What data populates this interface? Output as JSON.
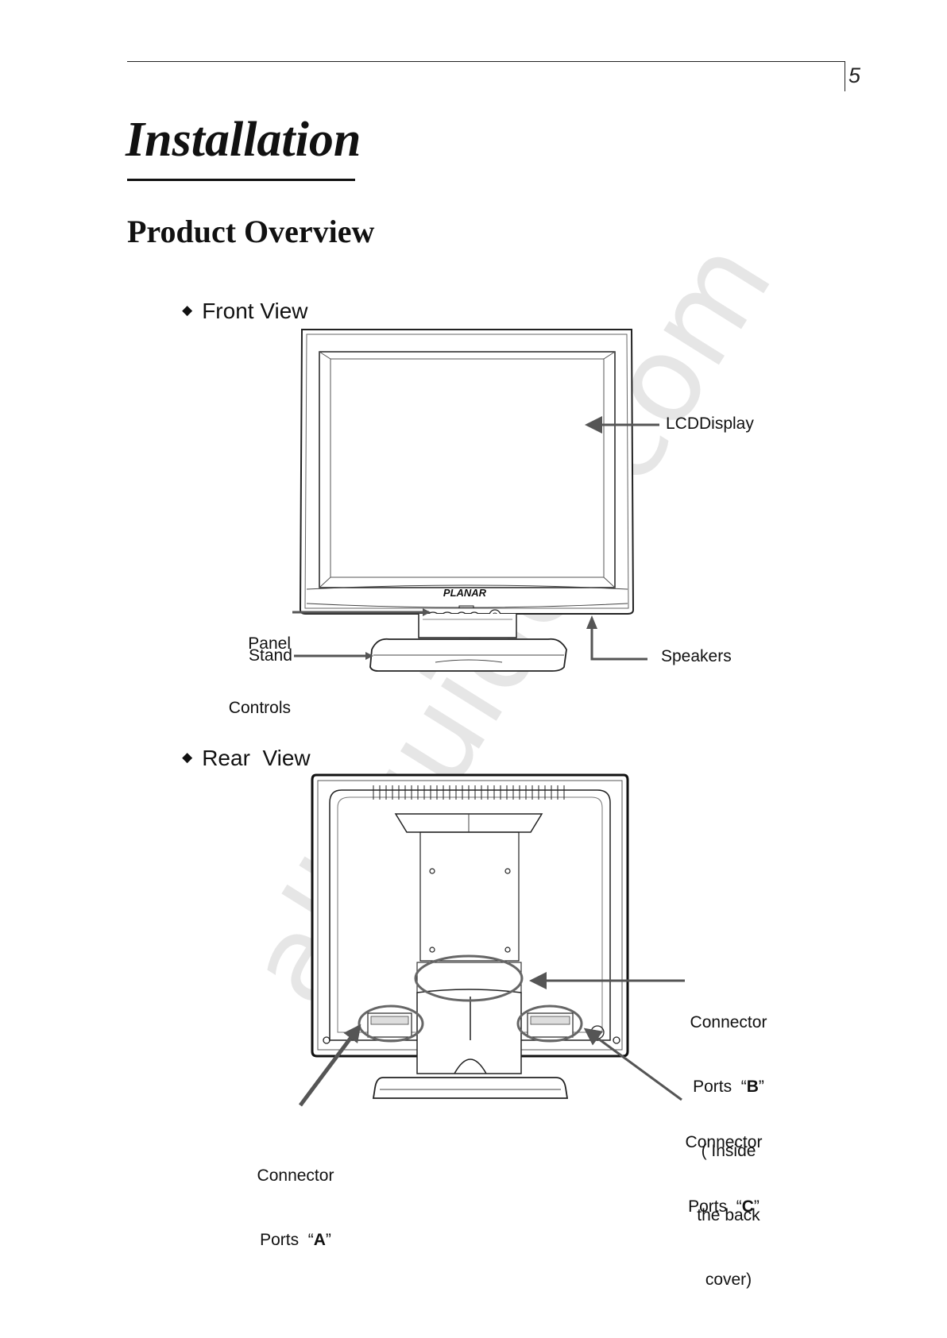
{
  "header": {
    "page_number": "5"
  },
  "chapter": {
    "title": "Installation"
  },
  "section": {
    "title": "Product Overview"
  },
  "front_view": {
    "heading": "Front View",
    "brand": "PLANAR",
    "labels": {
      "lcd_display": "LCDDisplay",
      "panel_line1": "Panel",
      "panel_line2": "Controls",
      "stand": "Stand",
      "speakers": "Speakers"
    }
  },
  "rear_view": {
    "heading": "Rear  View",
    "labels": {
      "connector_b_line1": "Connector",
      "connector_b_line2_prefix": "Ports  “",
      "connector_b_letter": "B",
      "connector_b_line2_suffix": "”",
      "connector_b_line3": "( Inside",
      "connector_b_line4": "the back",
      "connector_b_line5": "cover)",
      "connector_c_line1": "Connector",
      "connector_c_line2_prefix": "Ports  “",
      "connector_c_letter": "C",
      "connector_c_line2_suffix": "”",
      "connector_a_line1": "Connector",
      "connector_a_line2_prefix": "Ports  “",
      "connector_a_letter": "A",
      "connector_a_line2_suffix": "”"
    }
  },
  "watermark": {
    "text": "all-guides.com"
  }
}
